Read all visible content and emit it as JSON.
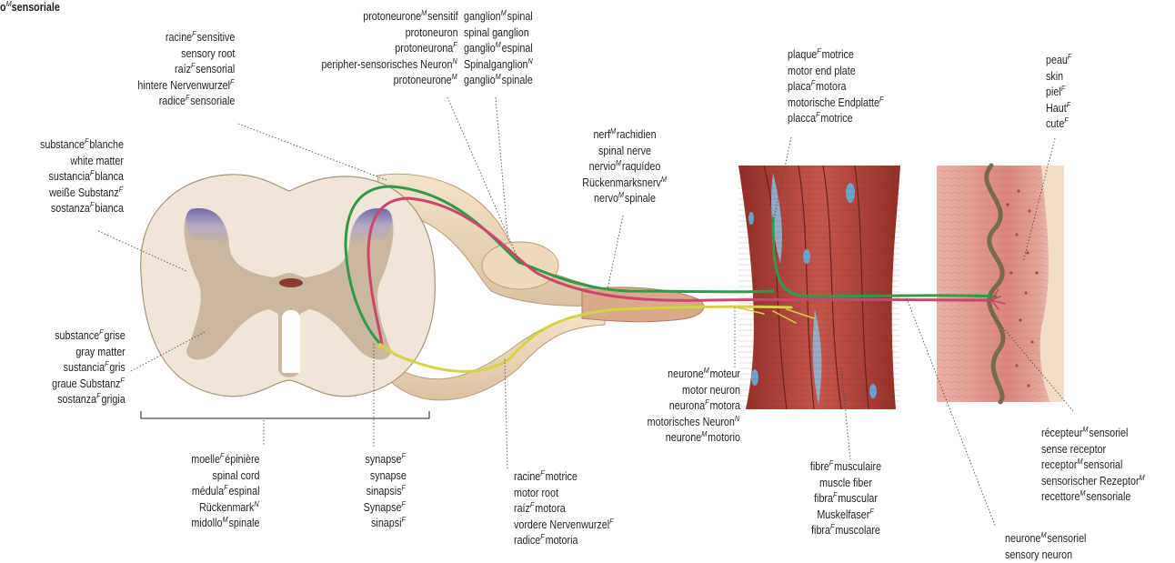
{
  "title": {
    "text": "o",
    "gender": "M",
    "rest": "sensoriale"
  },
  "labels": [
    {
      "id": "sensory-root",
      "lines": [
        [
          "racine",
          "F",
          "sensitive"
        ],
        [
          "sensory root"
        ],
        [
          "raíz",
          "F",
          "sensorial"
        ],
        [
          "hintere Nervenwurzel",
          "F",
          ""
        ],
        [
          "radice",
          "F",
          "sensoriale"
        ]
      ]
    },
    {
      "id": "protoneuron",
      "lines": [
        [
          "protoneurone",
          "M",
          "sensitif"
        ],
        [
          "protoneuron"
        ],
        [
          "protoneurona",
          "F",
          ""
        ],
        [
          "peripher-sensorisches Neuron",
          "N",
          ""
        ],
        [
          "protoneurone",
          "M",
          ""
        ]
      ]
    },
    {
      "id": "spinal-ganglion",
      "lines": [
        [
          "ganglion",
          "M",
          "spinal"
        ],
        [
          "spinal ganglion"
        ],
        [
          "ganglio",
          "M",
          "espinal"
        ],
        [
          "Spinalganglion",
          "N",
          ""
        ],
        [
          "ganglio",
          "M",
          "spinale"
        ]
      ]
    },
    {
      "id": "motor-end-plate",
      "lines": [
        [
          "plaque",
          "F",
          "motrice"
        ],
        [
          "motor end plate"
        ],
        [
          "placa",
          "F",
          "motora"
        ],
        [
          "motorische Endplatte",
          "F",
          ""
        ],
        [
          "placca",
          "F",
          "motrice"
        ]
      ]
    },
    {
      "id": "skin",
      "lines": [
        [
          "peau",
          "F",
          ""
        ],
        [
          "skin"
        ],
        [
          "piel",
          "F",
          ""
        ],
        [
          "Haut",
          "F",
          ""
        ],
        [
          "cute",
          "F",
          ""
        ]
      ]
    },
    {
      "id": "white-matter",
      "lines": [
        [
          "substance",
          "F",
          "blanche"
        ],
        [
          "white matter"
        ],
        [
          "sustancia",
          "F",
          "blanca"
        ],
        [
          "weiße Substanz",
          "F",
          ""
        ],
        [
          "sostanza",
          "F",
          "bianca"
        ]
      ]
    },
    {
      "id": "spinal-nerve",
      "lines": [
        [
          "nerf",
          "M",
          "rachidien"
        ],
        [
          "spinal nerve"
        ],
        [
          "nervio",
          "M",
          "raquídeo"
        ],
        [
          "Rückenmarksnerv",
          "M",
          ""
        ],
        [
          "nervo",
          "M",
          "spinale"
        ]
      ]
    },
    {
      "id": "gray-matter",
      "lines": [
        [
          "substance",
          "F",
          "grise"
        ],
        [
          "gray matter"
        ],
        [
          "sustancia",
          "F",
          "gris"
        ],
        [
          "graue Substanz",
          "F",
          ""
        ],
        [
          "sostanza",
          "F",
          "grigia"
        ]
      ]
    },
    {
      "id": "motor-neuron",
      "lines": [
        [
          "neurone",
          "M",
          "moteur"
        ],
        [
          "motor neuron"
        ],
        [
          "neurona",
          "F",
          "motora"
        ],
        [
          "motorisches Neuron",
          "N",
          ""
        ],
        [
          "neurone",
          "M",
          "motorio"
        ]
      ]
    },
    {
      "id": "sense-receptor",
      "lines": [
        [
          "récepteur",
          "M",
          "sensoriel"
        ],
        [
          "sense receptor"
        ],
        [
          "receptor",
          "M",
          "sensorial"
        ],
        [
          "sensorischer Rezeptor",
          "M",
          ""
        ],
        [
          "recettore",
          "M",
          "sensoriale"
        ]
      ]
    },
    {
      "id": "spinal-cord",
      "lines": [
        [
          "moelle",
          "F",
          "épinière"
        ],
        [
          "spinal cord"
        ],
        [
          "médula",
          "F",
          "espinal"
        ],
        [
          "Rückenmark",
          "N",
          ""
        ],
        [
          "midollo",
          "M",
          "spinale"
        ]
      ]
    },
    {
      "id": "synapse",
      "lines": [
        [
          "synapse",
          "F",
          ""
        ],
        [
          "synapse"
        ],
        [
          "sinapsis",
          "F",
          ""
        ],
        [
          "Synapse",
          "F",
          ""
        ],
        [
          "sinapsi",
          "F",
          ""
        ]
      ]
    },
    {
      "id": "motor-root",
      "lines": [
        [
          "racine",
          "F",
          "motrice"
        ],
        [
          "motor root"
        ],
        [
          "raíz",
          "F",
          "motora"
        ],
        [
          "vordere Nervenwurzel",
          "F",
          ""
        ],
        [
          "radice",
          "F",
          "motoria"
        ]
      ]
    },
    {
      "id": "muscle-fiber",
      "lines": [
        [
          "fibre",
          "F",
          "musculaire"
        ],
        [
          "muscle fiber"
        ],
        [
          "fibra",
          "F",
          "muscular"
        ],
        [
          "Muskelfaser",
          "F",
          ""
        ],
        [
          "fibra",
          "F",
          "muscolare"
        ]
      ]
    },
    {
      "id": "sensory-neuron",
      "lines": [
        [
          "neurone",
          "M",
          "sensoriel"
        ],
        [
          "sensory neuron"
        ]
      ]
    }
  ],
  "colors": {
    "sensory_nerve": "#2e9a4a",
    "motor_nerve": "#d6d245",
    "interneuron": "#c8476b",
    "cord_fill": "#efe5d8",
    "gray_matter": "#c9b79f",
    "muscle": "#b9493e",
    "skin": "#e7a8a0",
    "leader": "#4a4a4a"
  }
}
